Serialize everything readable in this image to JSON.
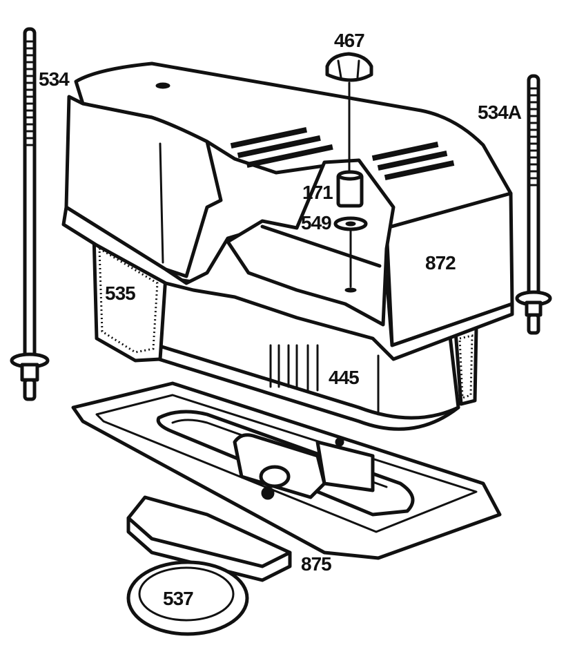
{
  "parts": [
    {
      "id": "p534",
      "label": "534"
    },
    {
      "id": "p467",
      "label": "467"
    },
    {
      "id": "p534a",
      "label": "534A"
    },
    {
      "id": "p171",
      "label": "171"
    },
    {
      "id": "p549",
      "label": "549"
    },
    {
      "id": "p872",
      "label": "872"
    },
    {
      "id": "p535",
      "label": "535"
    },
    {
      "id": "p445",
      "label": "445"
    },
    {
      "id": "p875",
      "label": "875"
    },
    {
      "id": "p537",
      "label": "537"
    }
  ]
}
